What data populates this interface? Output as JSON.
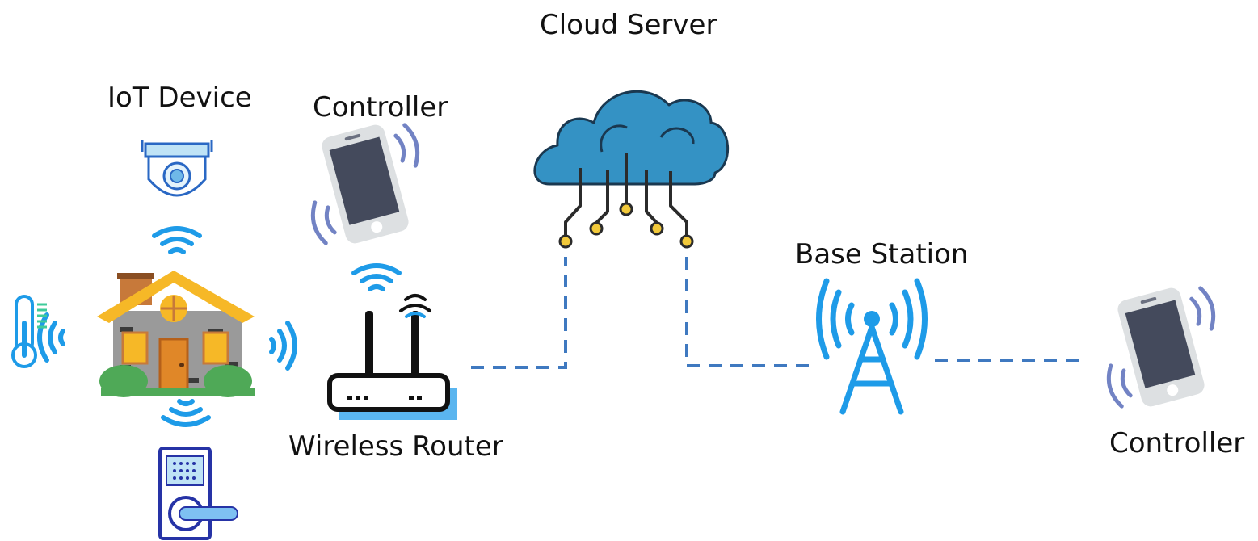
{
  "labels": {
    "cloud_server": "Cloud Server",
    "iot_device": "IoT Device",
    "controller_local": "Controller",
    "base_station": "Base Station",
    "wireless_router": "Wireless Router",
    "controller_remote": "Controller"
  },
  "icons": {
    "cloud": "cloud-server-icon",
    "camera": "security-camera-icon",
    "phone": "smartphone-icon",
    "house": "smart-home-icon",
    "thermometer": "thermometer-icon",
    "lock": "smart-door-lock-icon",
    "router": "wireless-router-icon",
    "tower": "cell-tower-icon",
    "wifi": "wifi-signal-icon"
  },
  "colors": {
    "signal_blue": "#1e9be8",
    "link_dash": "#3f79c0",
    "cloud_fill": "#3492c4",
    "circuit": "#2b2b2b",
    "node_fill": "#f2c93a",
    "phone_body": "#dde0e2",
    "phone_screen": "#444a5c",
    "phone_waves": "#7283c4",
    "roof": "#f6b827",
    "wall": "#9a9a9a",
    "door": "#e08728",
    "grass": "#4fa957",
    "lock_outline": "#2633a6",
    "lock_handle": "#7ec1f2"
  }
}
